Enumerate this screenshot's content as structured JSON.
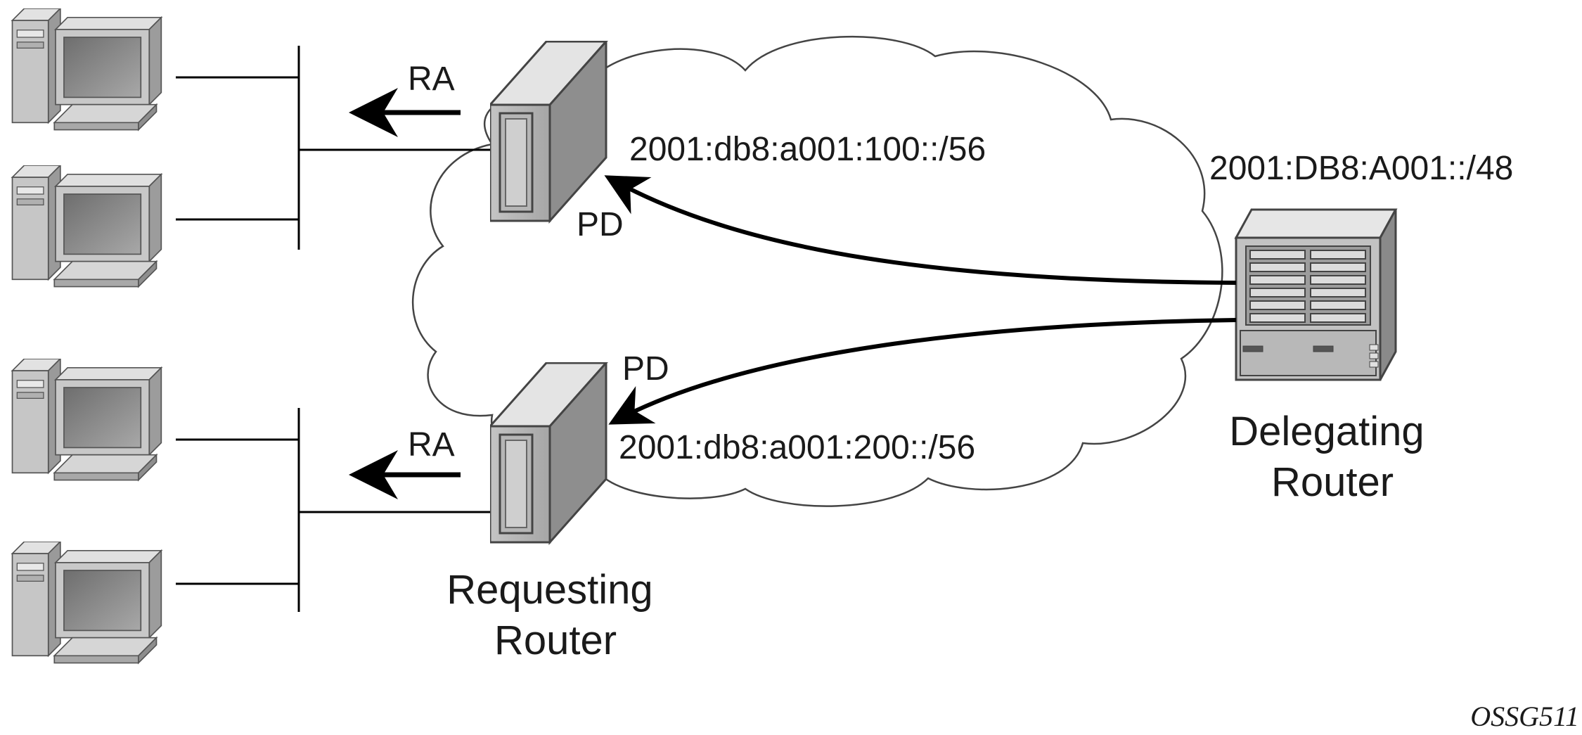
{
  "labels": {
    "ra_top": "RA",
    "ra_bottom": "RA",
    "pd_top": "PD",
    "pd_bottom": "PD",
    "prefix_top": "2001:db8:a001:100::/56",
    "prefix_bottom": "2001:db8:a001:200::/56",
    "prefix_delegating": "2001:DB8:A001::/48",
    "delegating_router": [
      "Delegating",
      "Router"
    ],
    "requesting_router": [
      "Requesting",
      "Router"
    ],
    "figure_code": "OSSG511"
  },
  "colors": {
    "line": "#000000",
    "cloud_stroke": "#444444",
    "device_light": "#d2d2d2",
    "device_mid": "#b4b4b4",
    "device_dark": "#8a8a8a",
    "screen": "#7d7d7d"
  },
  "icons": [
    "computer-icon",
    "router-icon",
    "chassis-router-icon",
    "cloud-shape"
  ]
}
